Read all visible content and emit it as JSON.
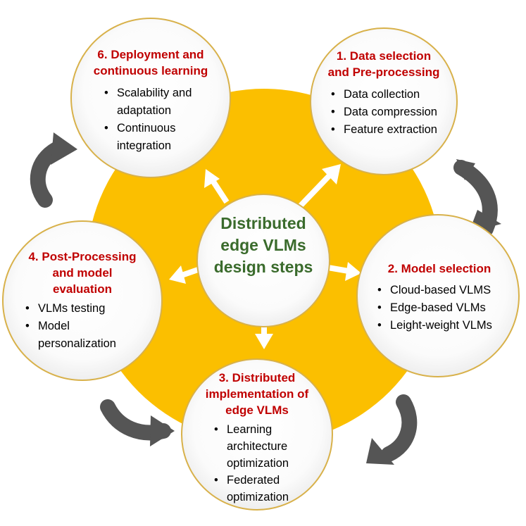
{
  "center": {
    "lines": [
      "Distributed",
      "edge VLMs",
      "design steps"
    ]
  },
  "steps": [
    {
      "title": [
        "1. Data selection",
        "and Pre-processing"
      ],
      "items": [
        "Data collection",
        "Data compression",
        "Feature extraction"
      ]
    },
    {
      "title": [
        "2. Model selection"
      ],
      "items": [
        "Cloud-based VLMS",
        "Edge-based VLMs",
        "Leight-weight VLMs"
      ]
    },
    {
      "title": [
        "3. Distributed",
        "implementation of",
        "edge VLMs"
      ],
      "items": [
        [
          "Learning",
          "architecture",
          "optimization"
        ],
        [
          "Federated",
          "optimization"
        ]
      ]
    },
    {
      "title": [
        "4. Post-Processing",
        "and model",
        "evaluation"
      ],
      "items": [
        "VLMs testing",
        [
          "Model",
          "personalization"
        ]
      ]
    },
    {
      "title": [
        "6. Deployment and",
        "continuous learning"
      ],
      "items": [
        [
          "Scalability and",
          "adaptation"
        ],
        [
          "Continuous",
          "integration"
        ]
      ]
    }
  ],
  "colors": {
    "ring": "#fbbf00",
    "circle_border": "#d8b14a",
    "title": "#c00000",
    "center_text": "#3a6b2c",
    "cycle_arrow": "#505050",
    "radial_arrow": "#ffffff"
  },
  "icons": {
    "cycle_arrows": "curved-cycle-arrow-icon",
    "radial_arrows": "radial-arrow-icon"
  }
}
